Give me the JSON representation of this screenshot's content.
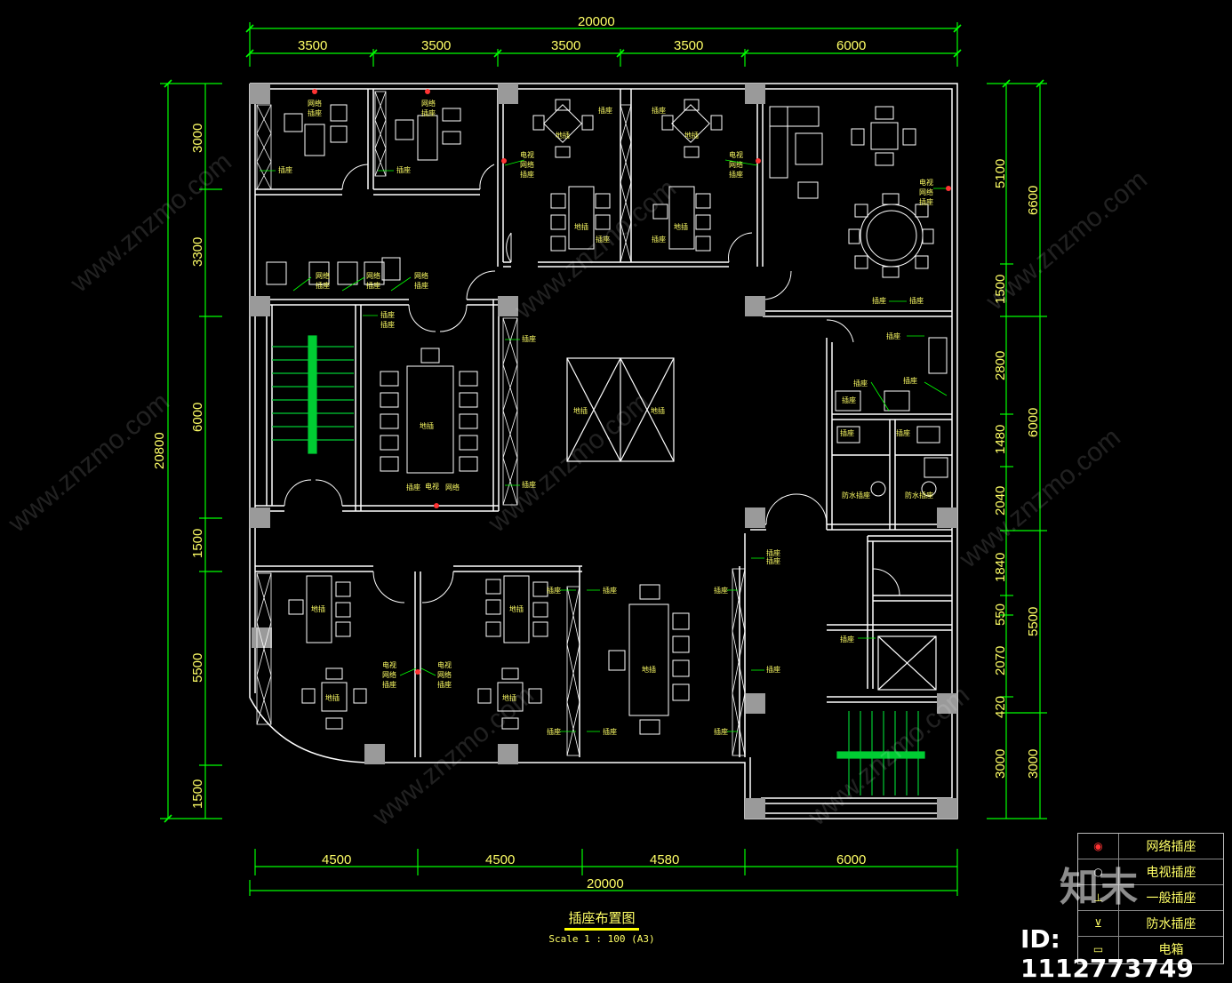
{
  "dimensions": {
    "top_total": "20000",
    "top_segments": [
      "3500",
      "3500",
      "3500",
      "3500",
      "6000"
    ],
    "bottom_segments": [
      "4500",
      "4500",
      "4580",
      "6000"
    ],
    "bottom_total": "20000",
    "left_total": "20800",
    "left_segments": [
      "3000",
      "3300",
      "6000",
      "1500",
      "5500",
      "1500"
    ],
    "right_inner": [
      "5100",
      "1500",
      "2800",
      "1480",
      "2040",
      "1840",
      "550",
      "2070",
      "420",
      "3000"
    ],
    "right_outer": [
      "6600",
      "6000",
      "5500",
      "3000"
    ]
  },
  "socket_labels": {
    "network": "网络",
    "socket": "插座",
    "tv": "电视",
    "floor": "地插",
    "waterproof": "防水插座"
  },
  "legend": {
    "items": [
      {
        "label": "网络插座",
        "icon": "network-socket-icon"
      },
      {
        "label": "电视插座",
        "icon": "tv-socket-icon"
      },
      {
        "label": "一般插座",
        "icon": "general-socket-icon"
      },
      {
        "label": "防水插座",
        "icon": "waterproof-socket-icon"
      },
      {
        "label": "电箱",
        "icon": "electric-box-icon"
      }
    ]
  },
  "caption": {
    "title": "插座布置图",
    "scale": "Scale 1 : 100 (A3)"
  },
  "watermark": {
    "site": "www.znzmo.com",
    "brand": "知末",
    "id": "ID: 1112773749"
  },
  "colors": {
    "background": "#000000",
    "wall": "#ffffff",
    "dimension": "#00ff00",
    "text": "#ffff66",
    "network_marker": "#ff3333"
  }
}
